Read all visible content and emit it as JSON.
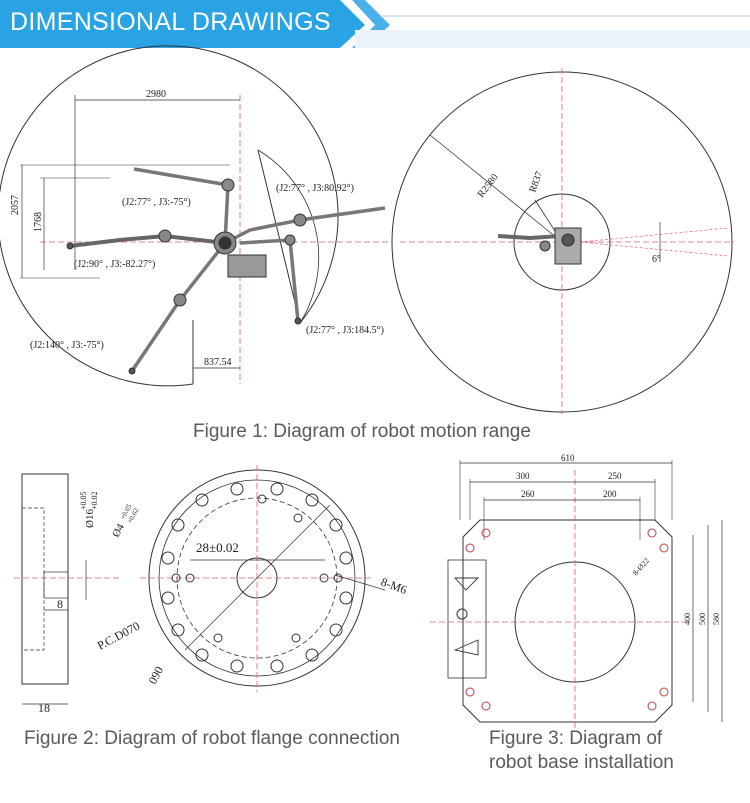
{
  "header": {
    "title": "DIMENSIONAL DRAWINGS",
    "accent_color": "#29a3e4"
  },
  "figure1": {
    "caption": "Figure 1: Diagram of robot motion range",
    "dim_width": "2980",
    "dim_height_outer": "2057",
    "dim_height_inner": "1768",
    "dim_offset": "837.54",
    "pose_a": "(J2:77° , J3:-75°)",
    "pose_b": "(J2:77° , J3:80.92°)",
    "pose_c": "(J2:90° , J3:-82.27°)",
    "pose_d": "(J2:140° , J3:-75°)",
    "pose_e": "(J2:77° , J3:184.5°)",
    "radius_outer": "R2580",
    "radius_inner": "R837",
    "angle": "6°"
  },
  "figure2": {
    "caption": "Figure 2: Diagram of robot flange connection",
    "dim_pin": "Ø16+0.05/+0.02",
    "dim_pin_top": "+0.05",
    "dim_pin_bottom": "+0.02",
    "dim_pin_main": "Ø16",
    "dim_small_hole_main": "Ø4",
    "dim_small_hole_top": "+0.05",
    "dim_small_hole_bottom": "+0.02",
    "dim_depth": "8",
    "dim_thickness": "18",
    "dim_slot": "28±0.02",
    "dim_pcd": "P.C.D070",
    "dim_outer": "090",
    "dim_threads": "8-M6"
  },
  "figure3": {
    "caption_line1": "Figure 3: Diagram of",
    "caption_line2": "robot base installation",
    "dim_total_width": "610",
    "dim_left_1": "300",
    "dim_right_1": "250",
    "dim_left_2": "260",
    "dim_right_2": "200",
    "dim_holes": "8-Ø22",
    "dim_h1": "400",
    "dim_h2": "500",
    "dim_h3": "580"
  }
}
